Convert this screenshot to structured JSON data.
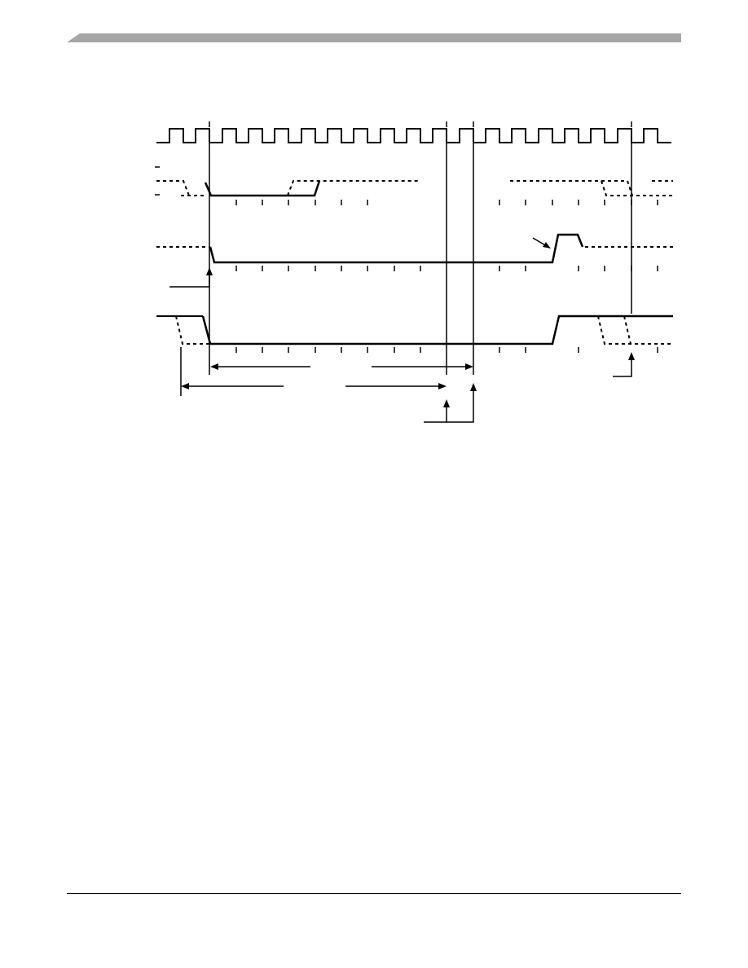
{
  "page": {
    "header_bar_color": "#a6a6a6",
    "line_color": "#000000"
  },
  "diagram": {
    "kind": "timing-diagram",
    "clock_cycles": 19,
    "signals": [
      {
        "role": "clock"
      },
      {
        "role": "bus-pair",
        "dashed_both_states": true
      },
      {
        "role": "strobe",
        "pulse": true
      },
      {
        "role": "enable"
      }
    ],
    "labels": []
  }
}
